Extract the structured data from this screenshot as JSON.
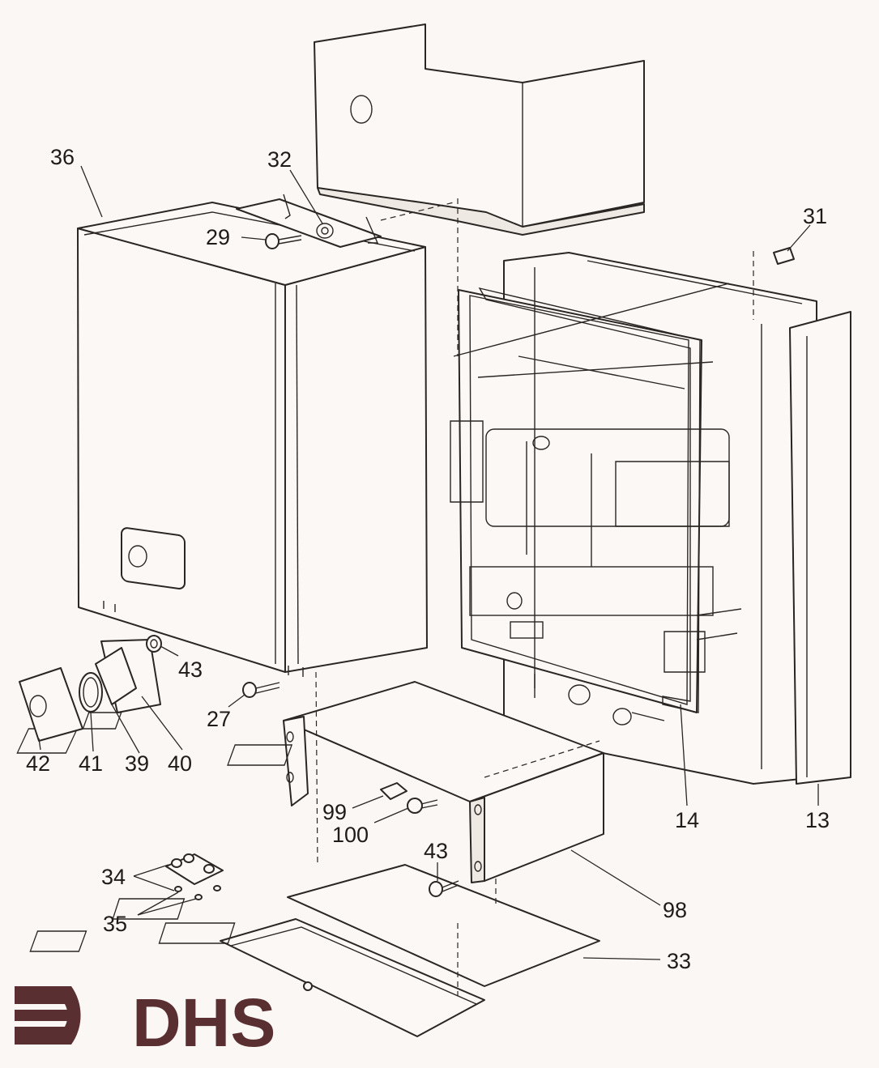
{
  "diagram": {
    "callouts": {
      "c36": "36",
      "c32": "32",
      "c29": "29",
      "c31": "31",
      "c43a": "43",
      "c27": "27",
      "c42": "42",
      "c41": "41",
      "c39": "39",
      "c40": "40",
      "c99": "99",
      "c100": "100",
      "c14": "14",
      "c13": "13",
      "c43b": "43",
      "c34": "34",
      "c35": "35",
      "c98": "98",
      "c33": "33"
    }
  },
  "brand": {
    "name": "DHS",
    "color": "#5a2f31"
  },
  "colors": {
    "ink": "#2a2623",
    "paper": "#fbf7f4"
  }
}
